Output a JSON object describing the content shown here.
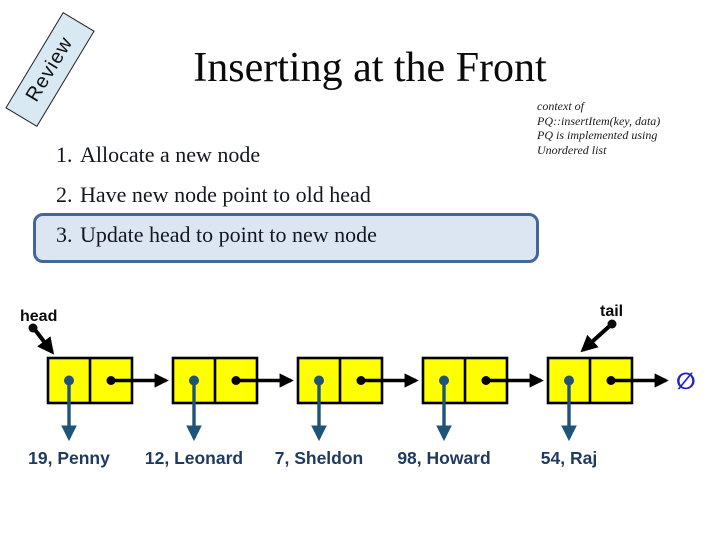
{
  "slide": {
    "badge_label": "Review",
    "title": "Inserting at the Front",
    "context_note": "context of\nPQ::insertItem(key, data)\nPQ is implemented using\nUnordered list",
    "steps": [
      {
        "num": "1.",
        "text": "Allocate a new node",
        "highlighted": false
      },
      {
        "num": "2.",
        "text": "Have new node point to old head",
        "highlighted": false
      },
      {
        "num": "3.",
        "text": "Update head to point to new node",
        "highlighted": true
      }
    ],
    "diagram": {
      "head_label": "head",
      "tail_label": "tail",
      "null_symbol": "∅",
      "nodes": [
        {
          "label": "19, Penny"
        },
        {
          "label": "12, Leonard"
        },
        {
          "label": "7, Sheldon"
        },
        {
          "label": "98, Howard"
        },
        {
          "label": "54, Raj"
        }
      ]
    },
    "colors": {
      "node_fill": "#FFFF00",
      "node_border": "#000000",
      "pointer_accent": "#205378",
      "label_text": "#1E3A5F",
      "null_symbol": "#2424BC",
      "highlight_fill": "#DCE6F2",
      "highlight_border": "#44679B",
      "badge_fill": "#D9E9F3"
    }
  }
}
